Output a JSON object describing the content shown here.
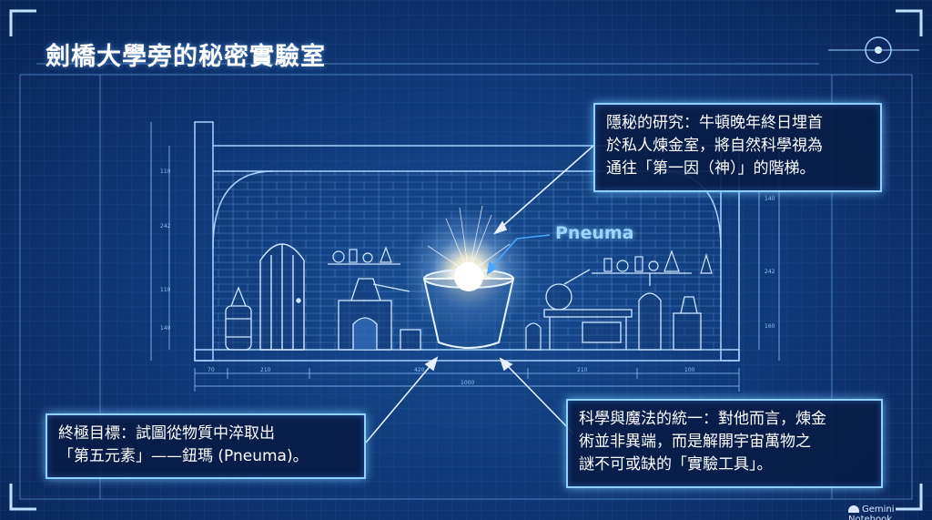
{
  "title": "劍橋大學旁的秘密實驗室",
  "callouts": {
    "secret_research": [
      "隱秘的研究：牛頓晚年終日埋首",
      "於私人煉金室，將自然科學視為",
      "通往「第一因（神）」的階梯。"
    ],
    "ultimate_goal": [
      "終極目標：試圖從物質中淬取出",
      "「第五元素」——鈕瑪 (Pneuma)。"
    ],
    "unity": [
      "科學與魔法的統一：對他而言，煉金",
      "術並非異端，而是解開宇宙萬物之",
      "謎不可或缺的「實驗工具」。"
    ]
  },
  "pneuma_label": "Pneuma",
  "dimensions": {
    "bottom": [
      "70",
      "210",
      "420",
      "210",
      "100"
    ],
    "total": "1000",
    "left_side": [
      "110",
      "242",
      "110",
      "140"
    ],
    "right_side": [
      "140",
      "242",
      "160"
    ]
  },
  "brand": "Gemini Notebook",
  "colors": {
    "background": "#0f3a7a",
    "line": "#9fd0ff",
    "glow": "#ffffff",
    "accent": "#8fd0ff"
  },
  "icons": [
    "door-icon",
    "barrel-icon",
    "furnace-icon",
    "shelf-icon",
    "crucible-icon",
    "still-icon",
    "flask-icon"
  ]
}
